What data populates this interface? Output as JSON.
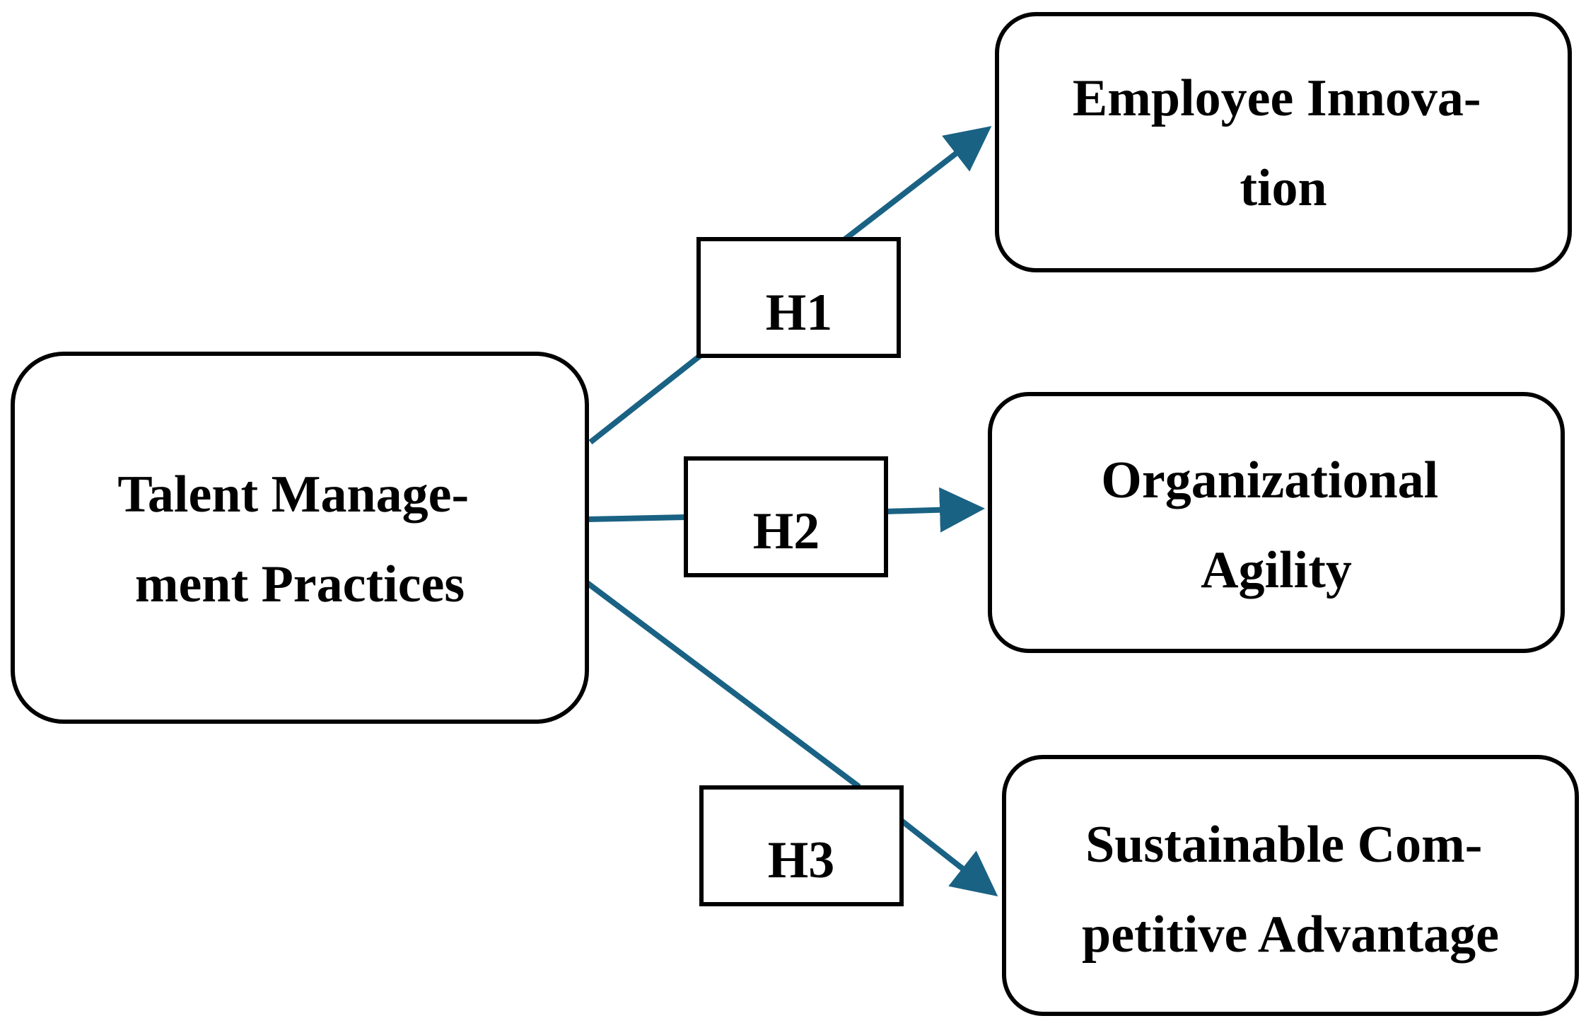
{
  "diagram": {
    "source": {
      "lines": [
        "Talent Manage-",
        "ment Practices"
      ]
    },
    "targets": [
      {
        "lines": [
          "Employee Innova-",
          "tion"
        ]
      },
      {
        "lines": [
          "Organizational",
          "Agility"
        ]
      },
      {
        "lines": [
          "Sustainable Com-",
          "petitive Advantage"
        ]
      }
    ],
    "hypotheses": [
      "H1",
      "H2",
      "H3"
    ],
    "colors": {
      "arrow": "#1a6284",
      "box_border": "#000000",
      "background": "#ffffff",
      "text": "#000000"
    }
  }
}
